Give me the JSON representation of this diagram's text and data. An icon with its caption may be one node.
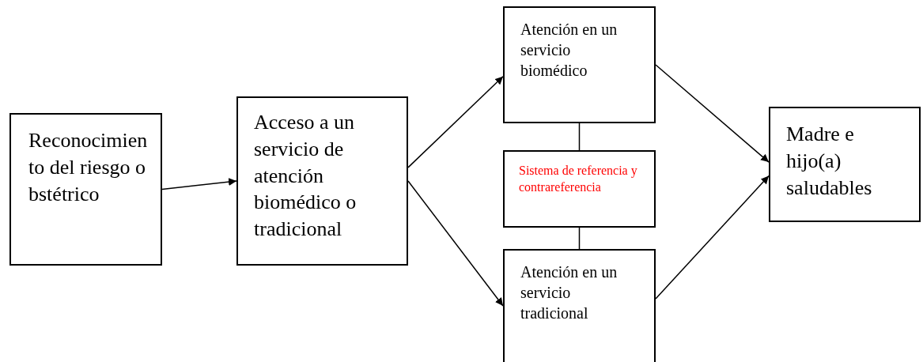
{
  "diagram": {
    "nodes": [
      {
        "text": [
          "Reconocimiento del riesgo obstétrico"
        ]
      },
      {
        "text": [
          "Acceso a un servicio de atención biomédico o tradicional"
        ]
      },
      {
        "text": [
          "Atención en un servicio biomédico"
        ]
      },
      {
        "text": [
          "Sistema de referencia y contrareferencia"
        ]
      },
      {
        "text": [
          "Atención en un servicio tradicional"
        ]
      },
      {
        "text": [
          "Madre e hijo(a) saludables"
        ]
      }
    ],
    "edges": [
      {
        "from": 0,
        "to": 1,
        "arrow": "to"
      },
      {
        "from": 1,
        "to": 2,
        "arrow": "to"
      },
      {
        "from": 1,
        "to": 4,
        "arrow": "to"
      },
      {
        "from": 2,
        "to": 5,
        "arrow": "to"
      },
      {
        "from": 4,
        "to": 5,
        "arrow": "to"
      },
      {
        "from": 2,
        "to": 3,
        "arrow": "none"
      },
      {
        "from": 3,
        "to": 4,
        "arrow": "none"
      }
    ]
  }
}
